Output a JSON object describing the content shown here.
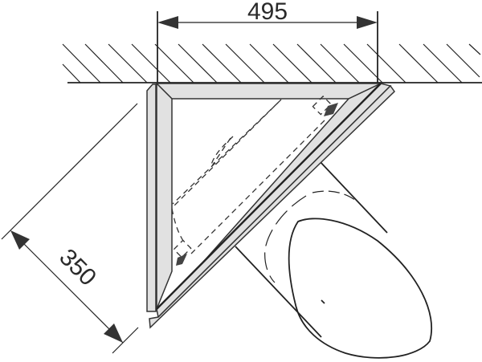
{
  "drawing": {
    "description": "Corner-mounted appliance (top view) against hatched wall/ceiling with circular duct",
    "colors": {
      "line": "#222222",
      "frame_fill": "#e1e1e1",
      "background": "#ffffff"
    }
  },
  "dimensions": {
    "width": {
      "label": "495"
    },
    "depth": {
      "label": "350"
    }
  }
}
